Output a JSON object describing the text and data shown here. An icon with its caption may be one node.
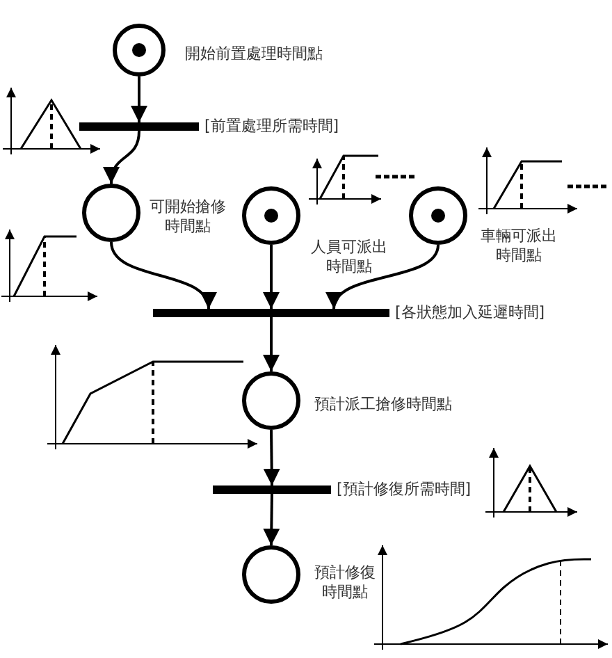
{
  "diagram": {
    "nodes": [
      {
        "text": [
          "開始前置處理時間點"
        ]
      },
      {
        "text": [
          "[前置處理所需時間]"
        ]
      },
      {
        "text": [
          "可開始搶修時間點"
        ]
      },
      {
        "text": [
          "人員可派出時間點"
        ]
      },
      {
        "text": [
          "車輛可派出時間點"
        ]
      },
      {
        "text": [
          "[各狀態加入延遲時間]"
        ]
      },
      {
        "text": [
          "預計派工搶修時間點"
        ]
      },
      {
        "text": [
          "[預計修復所需時間]"
        ]
      },
      {
        "text": [
          "預計修復時間點"
        ]
      }
    ],
    "edges": [
      {
        "from": 0,
        "to": 1,
        "arrow": "to"
      },
      {
        "from": 1,
        "to": 2,
        "arrow": "to"
      },
      {
        "from": 2,
        "to": 5,
        "arrow": "to"
      },
      {
        "from": 3,
        "to": 5,
        "arrow": "to"
      },
      {
        "from": 4,
        "to": 5,
        "arrow": "to"
      },
      {
        "from": 5,
        "to": 6,
        "arrow": "to"
      },
      {
        "from": 6,
        "to": 7,
        "arrow": "to"
      },
      {
        "from": 7,
        "to": 8,
        "arrow": "to"
      }
    ]
  }
}
